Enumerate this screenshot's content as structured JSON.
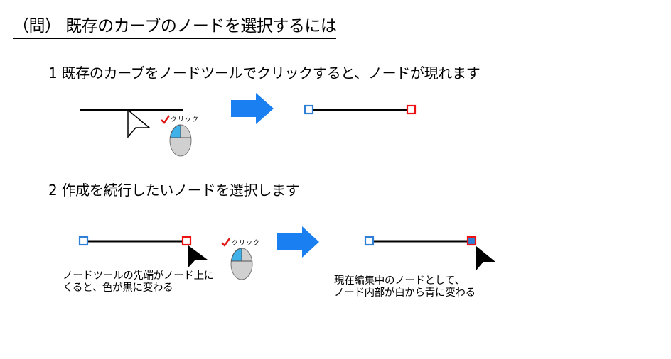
{
  "title": "（問）  既存のカーブのノードを選択するには",
  "steps": [
    {
      "label": "1  既存のカーブをノードツールでクリックすると、ノードが現れます",
      "click_label": "クリック"
    },
    {
      "label": "2  作成を続行したいノードを選択します",
      "click_label": "クリック",
      "caption_left": [
        "ノードツールの先端がノード上に",
        "くると、色が黒に変わる"
      ],
      "caption_right": [
        "現在編集中のノードとして、",
        "ノード内部が白から青に変わる"
      ]
    }
  ],
  "colors": {
    "arrow": "#1a7ff0",
    "start_node": "#2f7fd6",
    "end_node": "#ee1111",
    "selected_fill": "#2f7fd6",
    "mouse_button": "#3fb0e8",
    "mouse_body": "#d0d0d0",
    "check": "#e01818"
  }
}
